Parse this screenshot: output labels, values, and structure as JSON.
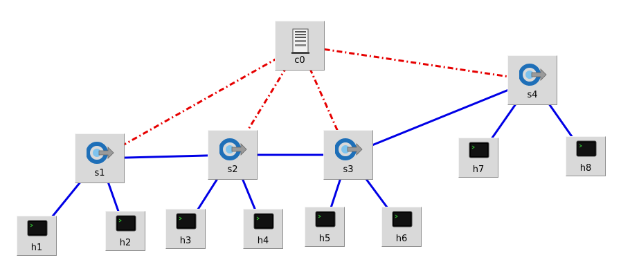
{
  "nodes": {
    "c0": "c0",
    "s1": "s1",
    "s2": "s2",
    "s3": "s3",
    "s4": "s4",
    "h1": "h1",
    "h2": "h2",
    "h3": "h3",
    "h4": "h4",
    "h5": "h5",
    "h6": "h6",
    "h7": "h7",
    "h8": "h8"
  },
  "icons": {
    "controller": "server-tower-icon",
    "switch": "openflow-switch-icon",
    "host": "terminal-icon"
  },
  "links": {
    "data_color": "#0000e6",
    "control_color": "#e60000",
    "data_links": [
      [
        "s1",
        "s2"
      ],
      [
        "s2",
        "s3"
      ],
      [
        "s3",
        "s4"
      ],
      [
        "s1",
        "h1"
      ],
      [
        "s1",
        "h2"
      ],
      [
        "s2",
        "h3"
      ],
      [
        "s2",
        "h4"
      ],
      [
        "s3",
        "h5"
      ],
      [
        "s3",
        "h6"
      ],
      [
        "s4",
        "h7"
      ],
      [
        "s4",
        "h8"
      ]
    ],
    "control_links": [
      [
        "c0",
        "s1"
      ],
      [
        "c0",
        "s2"
      ],
      [
        "c0",
        "s3"
      ],
      [
        "c0",
        "s4"
      ]
    ]
  }
}
